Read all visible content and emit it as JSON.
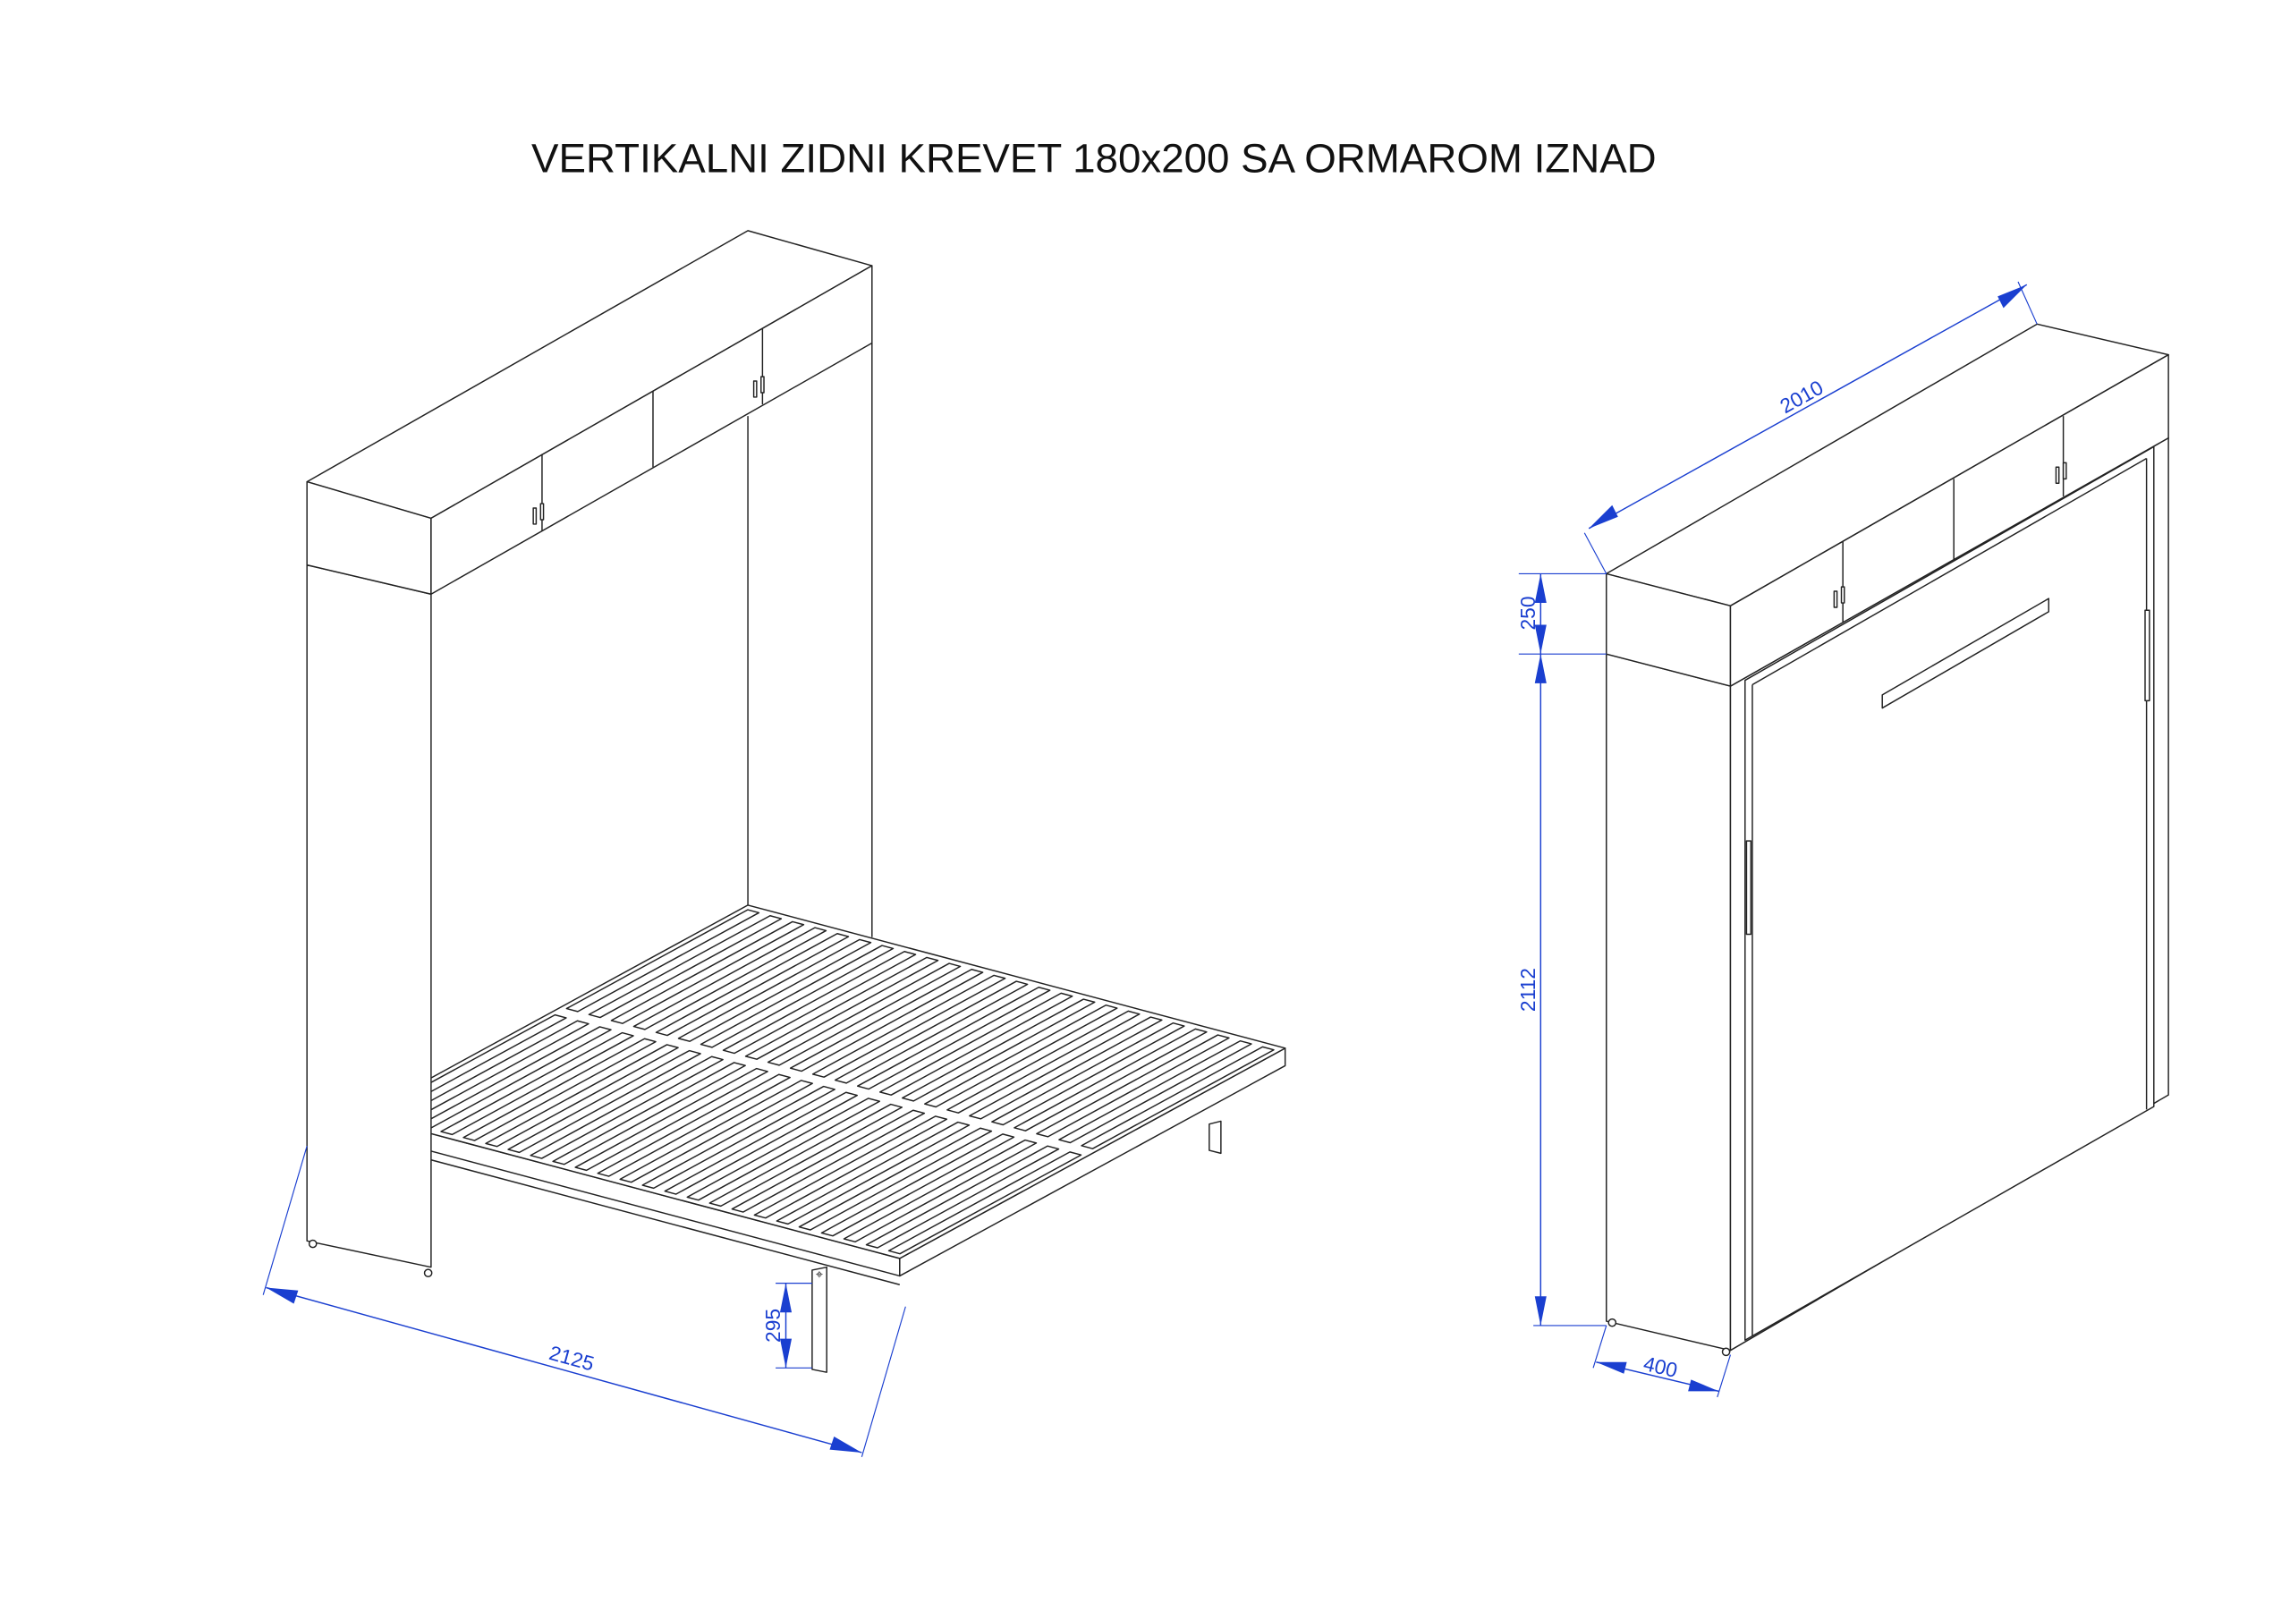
{
  "title": "VERTIKALNI ZIDNI KREVET 180x200 SA ORMAROM IZNAD",
  "dimensions": {
    "open_width": "2125",
    "bed_height": "295",
    "total_width": "2010",
    "cabinet_height": "250",
    "bed_cabinet_height": "2112",
    "depth": "400"
  },
  "slat_count_per_half": 24,
  "colors": {
    "dimension": "#1a3fd0",
    "line": "#222222"
  }
}
